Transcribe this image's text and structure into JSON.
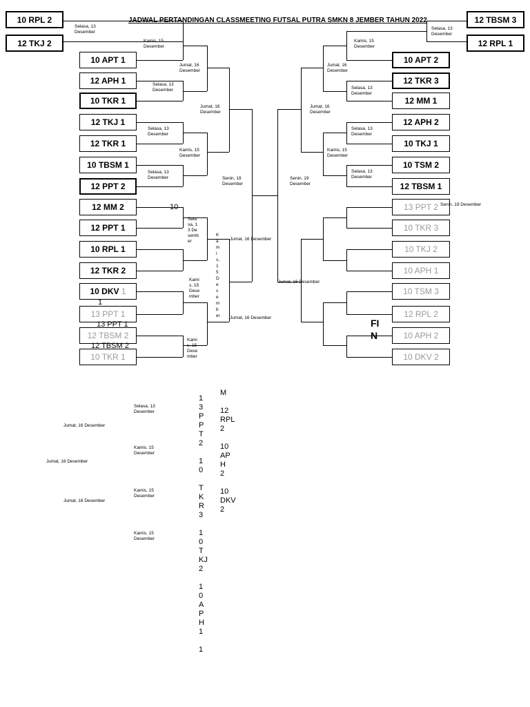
{
  "title": "JADWAL PERTANDINGAN CLASSMEETING FUTSAL PUTRA SMKN 8 JEMBER TAHUN 2022",
  "teams_left": [
    "10 RPL 2",
    "12 TKJ 2",
    "10 APT 1",
    "12 APH 1",
    "10 TKR 1",
    "12 TKJ 1",
    "12 TKR 1",
    "10 TBSM 1",
    "12 PPT 2",
    "12 MM 2",
    "12 PPT 1",
    "10 RPL 1",
    "12 TKR 2",
    "10 DKV",
    "13 PPT 1",
    "12 TBSM 2",
    "10 TKR 1"
  ],
  "teams_right": [
    "12 TBSM 3",
    "12 RPL 1",
    "10 APT 2",
    "12 TKR 3",
    "12 MM 1",
    "12 APH 2",
    "10 TKJ 1",
    "10 TSM 2",
    "12 TBSM 1",
    "13 PPT 2",
    "10 TKR 3",
    "10 TKJ 2",
    "10 APH 1",
    "10 TSM 3",
    "12 RPL 2",
    "10 APH 2",
    "10 DKV 2"
  ],
  "overlaps": {
    "dkv_suffix": "1",
    "one": "1",
    "ppt_ghost": "13 PPT 1",
    "tbsm_ghost": "12 TBSM 2",
    "mm2_suffix": "10"
  },
  "dates": {
    "selasa": "Selasa, 13 Desember",
    "kamis": "Kamis, 15 Desember",
    "jumat": "Jumat, 16 Desember",
    "senin": "Senin, 19 Desember"
  },
  "fin": "FI N",
  "vertical_left": [
    "1",
    "3",
    "P",
    "P",
    "T",
    "2",
    "",
    "1",
    "0",
    "",
    "T",
    "K",
    "R",
    "3",
    "",
    "1",
    "0",
    "T",
    "KJ",
    "2",
    "",
    "1",
    "0",
    "A",
    "P",
    "H",
    "1",
    "",
    "1"
  ],
  "vertical_right": [
    "M",
    "",
    "12",
    "RPL",
    "2",
    "",
    "10",
    "AP",
    "H",
    "2",
    "",
    "10",
    "DKV",
    "2"
  ]
}
